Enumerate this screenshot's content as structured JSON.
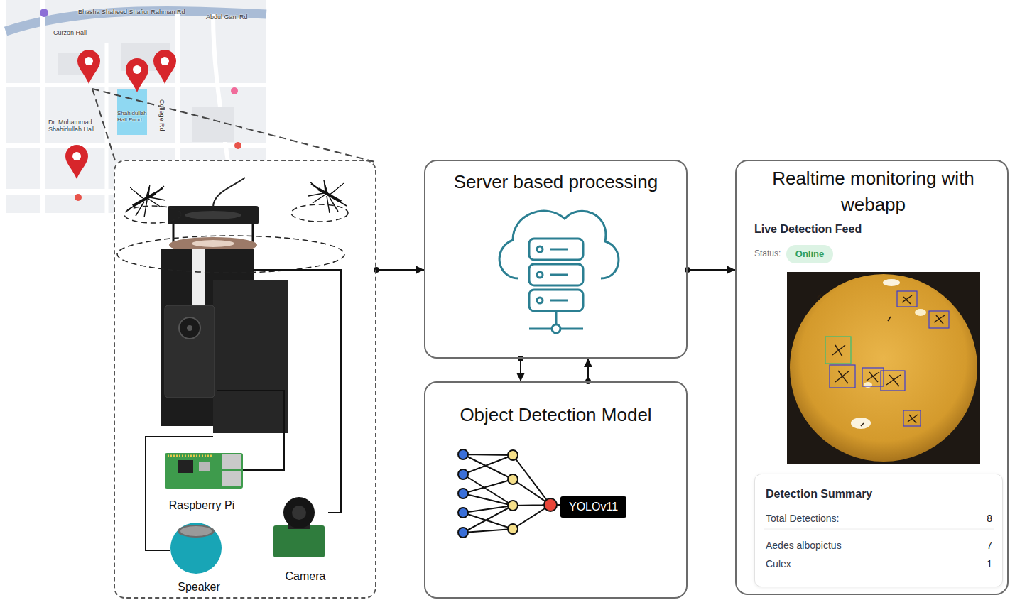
{
  "diagram": {
    "nodes": [
      {
        "text": [
          "Raspberry Pi",
          "Speaker",
          "Camera"
        ]
      },
      {
        "text": [
          "Server based processing"
        ]
      },
      {
        "text": [
          "Object Detection Model"
        ]
      },
      {
        "text": [
          "YOLOv11"
        ],
        "in": 2
      },
      {
        "text": [
          "Realtime monitoring with webapp",
          "Live Detection Feed",
          "Status:"
        ]
      },
      {
        "text": [
          "Online"
        ],
        "in": 4
      },
      {
        "text": [
          "Detection Summary",
          "Total Detections:",
          "8",
          "Aedes albopictus",
          "7",
          "Culex",
          "1"
        ],
        "in": 4
      }
    ],
    "edges": [
      {
        "from": 0,
        "to": 1,
        "arrow": "to"
      },
      {
        "from": 1,
        "to": 4,
        "arrow": "to"
      },
      {
        "from": 1,
        "to": 2,
        "arrow": "to"
      },
      {
        "from": 2,
        "to": 1,
        "arrow": "to"
      }
    ],
    "labels": [
      "Bhasha Shaheed Shafiur Rahman Rd",
      "Abdul Gani Rd",
      "College Rd",
      "Curzon Hall",
      "Dr. Muhammad Shahidullah Hall",
      "Shahidullah Hall Pond"
    ]
  }
}
